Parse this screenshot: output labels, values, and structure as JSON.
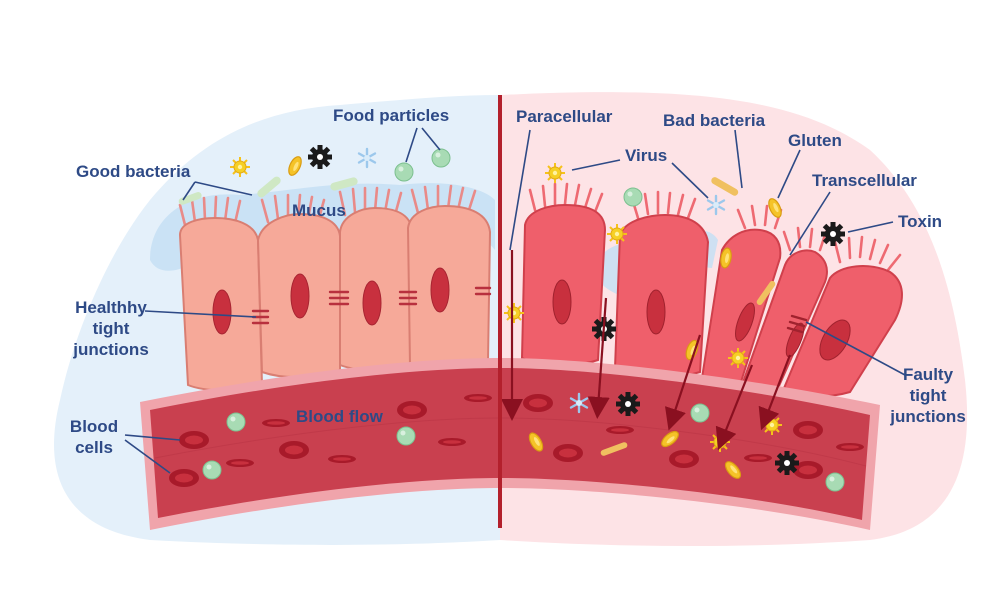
{
  "colors": {
    "label_text": "#2e4a86",
    "left_background": "#e4f0fa",
    "right_background": "#fde3e6",
    "healthy_cell": "#f6a999",
    "damaged_cell": "#ef5f6b",
    "vessel": "#c9404f",
    "vessel_wall": "#f0a4ab",
    "divider": "#b3202c",
    "mucus": "#c6dff3",
    "particle": "#a8dbb4",
    "virus": "#f6d025",
    "bacteria": "#f5c328",
    "toxin": "#1a1a1a"
  },
  "labels": {
    "food_particles": "Food particles",
    "good_bacteria": "Good bacteria",
    "mucus": "Mucus",
    "healthy_tight_junctions": [
      "Healthhy",
      "tight",
      "junctions"
    ],
    "blood_cells": [
      "Blood",
      "cells"
    ],
    "blood_flow": "Blood flow",
    "paracellular": "Paracellular",
    "virus": "Virus",
    "bad_bacteria": "Bad bacteria",
    "gluten": "Gluten",
    "transcellular": "Transcellular",
    "toxin": "Toxin",
    "faulty_tight_junctions": [
      "Faulty",
      "tight",
      "junctions"
    ]
  },
  "icons": {
    "virus": "yellow-spiked-virus-icon",
    "toxin": "black-gear-toxin-icon",
    "bacteria": "yellow-bean-bacteria-icon",
    "snowflake": "blue-snowflake-icon",
    "particle": "green-dot-icon"
  }
}
